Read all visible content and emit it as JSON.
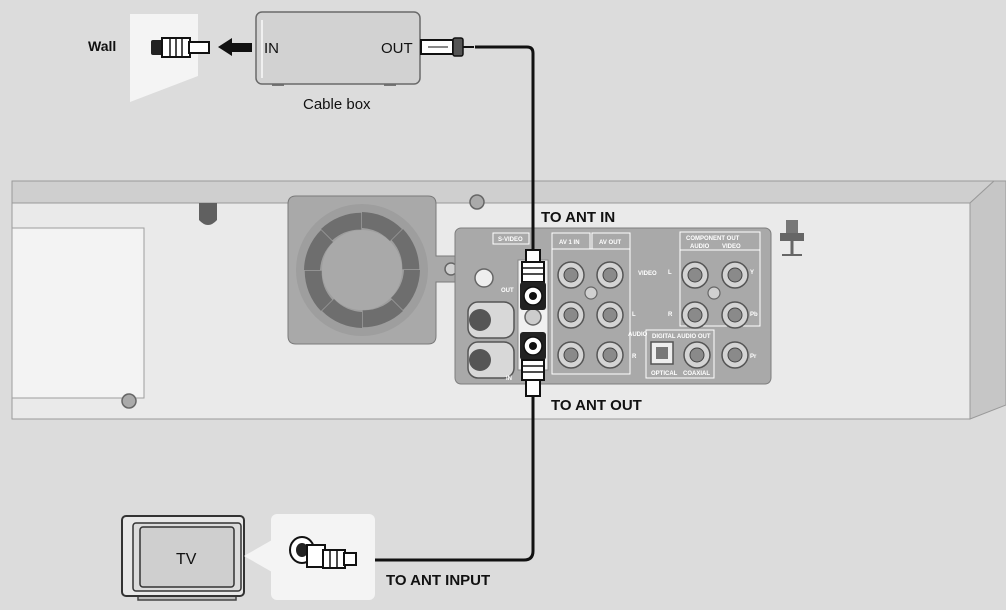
{
  "labels": {
    "wall": "Wall",
    "cable_in": "IN",
    "cable_out": "OUT",
    "cable_box": "Cable box",
    "to_ant_in": "TO ANT IN",
    "to_ant_out": "TO ANT OUT",
    "tv": "TV",
    "to_ant_input": "TO ANT INPUT"
  },
  "panel": {
    "s_video": "S-VIDEO",
    "out": "OUT",
    "in": "IN",
    "av1_in": "AV 1 IN",
    "av_out": "AV OUT",
    "video": "VIDEO",
    "audio": "AUDIO",
    "left": "L",
    "right": "R",
    "component_out": "COMPONENT OUT",
    "comp_audio": "AUDIO",
    "comp_video": "VIDEO",
    "digital_audio_out": "DIGITAL AUDIO OUT",
    "optical": "OPTICAL",
    "coaxial": "COAXIAL",
    "y": "Y",
    "pb": "Pb",
    "pr": "Pr"
  },
  "colors": {
    "background": "#dcdcdc",
    "device": "#e9e9e9",
    "panel": "#a9a9a9",
    "cable": "#111111"
  }
}
